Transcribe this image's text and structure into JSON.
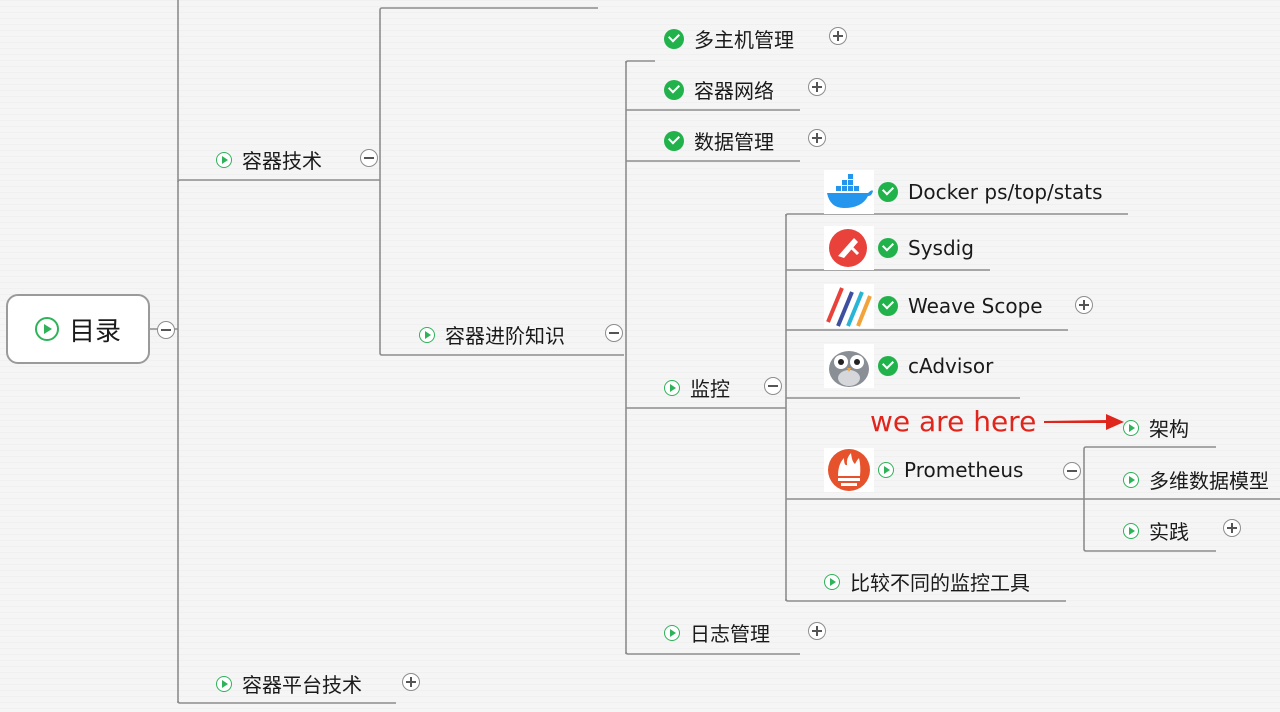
{
  "root": {
    "label": "目录"
  },
  "nodes": {
    "container_tech": "容器技术",
    "container_advanced": "容器进阶知识",
    "container_platform": "容器平台技术",
    "multi_host": "多主机管理",
    "container_network": "容器网络",
    "data_mgmt": "数据管理",
    "monitoring": "监控",
    "log_mgmt": "日志管理",
    "docker_stats": "Docker ps/top/stats",
    "sysdig": "Sysdig",
    "weave_scope": "Weave Scope",
    "cadvisor": "cAdvisor",
    "prometheus": "Prometheus",
    "compare_tools": "比较不同的监控工具",
    "architecture": "架构",
    "data_model": "多维数据模型",
    "practice": "实践"
  },
  "annotation": {
    "text": "we are here"
  },
  "icons": {
    "docker": "docker-whale-logo",
    "sysdig": "sysdig-logo",
    "weave_scope": "weave-scope-logo",
    "cadvisor": "cadvisor-owl-logo",
    "prometheus": "prometheus-torch-logo"
  },
  "colors": {
    "status_done": "#22b24c",
    "annotation": "#e0261c",
    "connector": "#8d8d8d"
  }
}
